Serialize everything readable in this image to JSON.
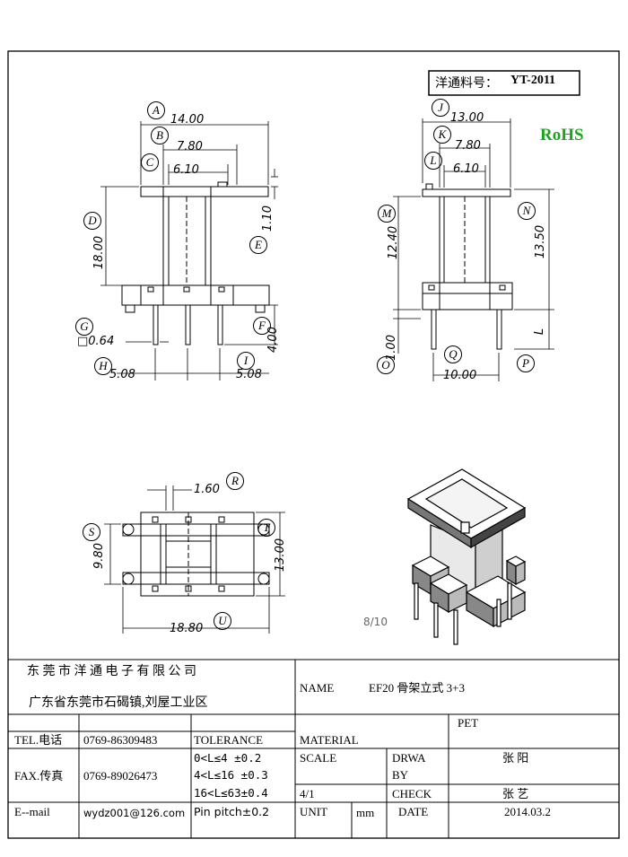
{
  "header": {
    "part_label": "洋通料号：",
    "part_number": "YT-2011",
    "rohs": "RoHS"
  },
  "dimensions": {
    "A": "A",
    "A_val": "14.00",
    "B": "B",
    "B_val": "7.80",
    "C": "C",
    "C_val": "6.10",
    "D": "D",
    "D_val": "18.00",
    "E": "E",
    "E_val": "1.10",
    "F": "F",
    "F_val": "4.00",
    "G": "G",
    "G_val": "□0.64",
    "H": "H",
    "H_val": "5.08",
    "I": "I",
    "I_val": "5.08",
    "J": "J",
    "J_val": "13.00",
    "K": "K",
    "K_val": "7.80",
    "L": "L",
    "L_val": "6.10",
    "M": "M",
    "M_val": "12.40",
    "N": "N",
    "N_val": "13.50",
    "O": "O",
    "O_val": "1.00",
    "P": "P",
    "P_sym": "L",
    "Q": "Q",
    "Q_val": "10.00",
    "R": "R",
    "R_val": "1.60",
    "S": "S",
    "S_val": "9.80",
    "T": "T",
    "T_val": "13.00",
    "U": "U",
    "U_val": "18.80"
  },
  "page_number": "8/10",
  "title_block": {
    "company": "东 莞 市 洋 通 电 子 有 限 公 司",
    "address": "广东省东莞市石碣镇,刘屋工业区",
    "name_label": "NAME",
    "name_value": "EF20 骨架立式 3+3",
    "material_label": "MATERIAL",
    "material_value": "PET",
    "tel_label": "TEL.电话",
    "tel_value": "0769-86309483",
    "fax_label": "FAX.传真",
    "fax_value": "0769-89026473",
    "email_label": "E--mail",
    "email_value": "wydz001@126.com",
    "tolerance_label": "TOLERANCE",
    "tolerance_lines": [
      "0<L≤4  ±0.2",
      "4<L≤16 ±0.3",
      "16<L≤63±0.4"
    ],
    "pin_pitch": "Pin pitch±0.2",
    "scale_label": "SCALE",
    "scale_value": "4/1",
    "unit_label": "UNIT",
    "unit_value": "mm",
    "drawn_label_1": "DRWA",
    "drawn_label_2": "BY",
    "drawn_value": "张 阳",
    "check_label": "CHECK",
    "check_value": "张 艺",
    "date_label": "DATE",
    "date_value": "2014.03.2"
  }
}
